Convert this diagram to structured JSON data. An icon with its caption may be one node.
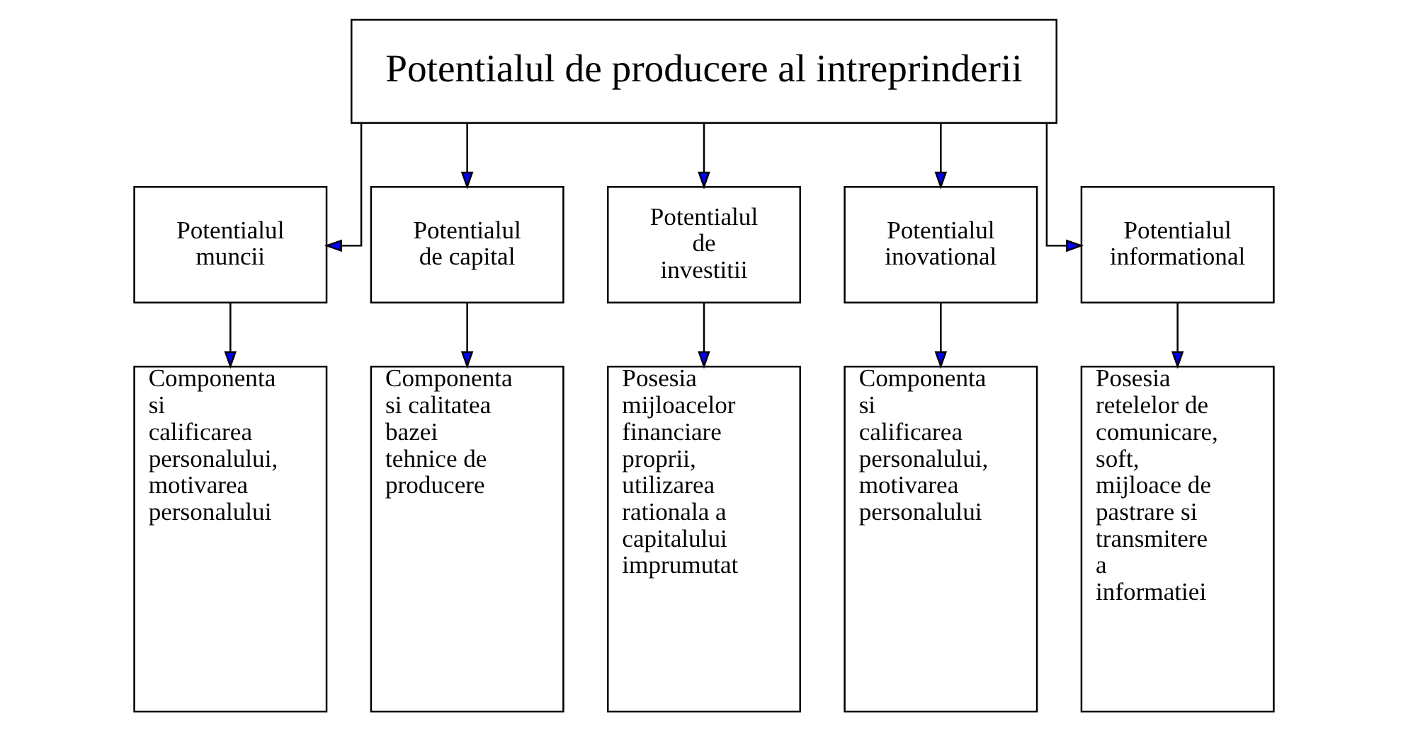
{
  "diagram": {
    "nodes": [
      {
        "text": [
          "Potentialul de producere al intreprinderii"
        ]
      },
      {
        "text": [
          "Potentialul muncii"
        ]
      },
      {
        "text": [
          "Potentialul de capital"
        ]
      },
      {
        "text": [
          "Potentialul de investitii"
        ]
      },
      {
        "text": [
          "Potentialul inovational"
        ]
      },
      {
        "text": [
          "Potentialul informational"
        ]
      },
      {
        "text": [
          "Componenta si calificarea personalului, motivarea personalului"
        ]
      },
      {
        "text": [
          "Componenta si calitatea bazei tehnice de producere"
        ]
      },
      {
        "text": [
          "Posesia mijloacelor financiare proprii, utilizarea rationala a capitalului imprumutat"
        ]
      },
      {
        "text": [
          "Componenta si calificarea personalului, motivarea personalului"
        ]
      },
      {
        "text": [
          "Posesia retelelor de comunicare, soft, mijloace de pastrare si transmitere a informatiei"
        ]
      }
    ],
    "edges": [
      {
        "from": 0,
        "to": 1,
        "arrow": "to"
      },
      {
        "from": 0,
        "to": 2,
        "arrow": "to"
      },
      {
        "from": 0,
        "to": 3,
        "arrow": "to"
      },
      {
        "from": 0,
        "to": 4,
        "arrow": "to"
      },
      {
        "from": 0,
        "to": 5,
        "arrow": "to"
      },
      {
        "from": 1,
        "to": 6,
        "arrow": "to"
      },
      {
        "from": 2,
        "to": 7,
        "arrow": "to"
      },
      {
        "from": 3,
        "to": 8,
        "arrow": "to"
      },
      {
        "from": 4,
        "to": 9,
        "arrow": "to"
      },
      {
        "from": 5,
        "to": 10,
        "arrow": "to"
      }
    ]
  }
}
